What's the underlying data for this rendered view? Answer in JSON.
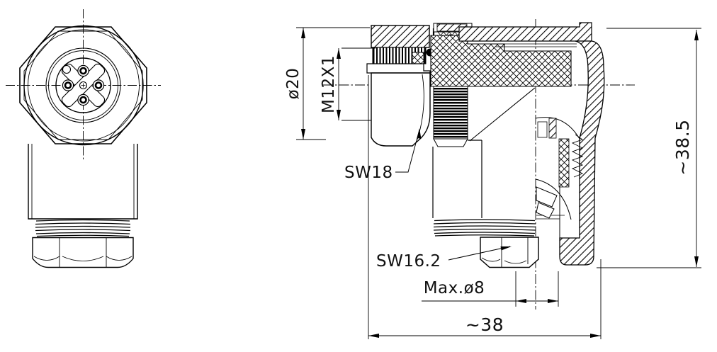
{
  "drawing": {
    "type": "technical-drawing",
    "subject": "M12 right-angle circular connector, front view and sectional side view",
    "colors": {
      "line": "#000000",
      "background": "#ffffff"
    },
    "labels": {
      "dim_diameter": "ø20",
      "dim_thread": "M12X1",
      "wrench_coupling": "SW18",
      "wrench_gland": "SW16.2",
      "cable_max": "Max.ø8",
      "overall_width": "~38",
      "overall_height": "~38.5"
    }
  }
}
